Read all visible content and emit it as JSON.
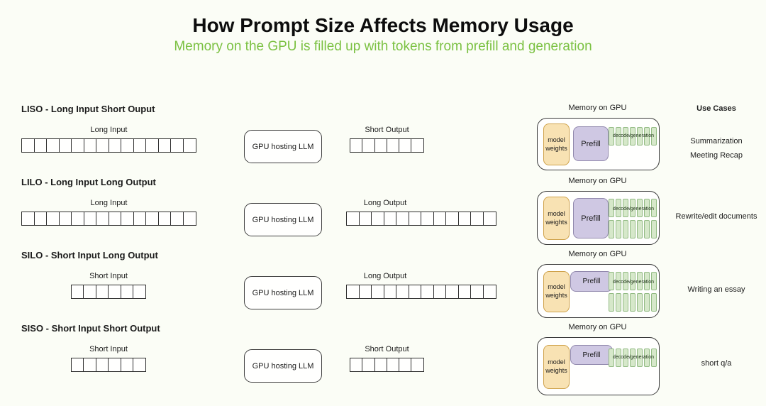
{
  "title": "How Prompt Size Affects Memory Usage",
  "subtitle": "Memory on the GPU is filled up with tokens from prefill and generation",
  "use_cases_header": "Use Cases",
  "colors": {
    "background": "#fbfdf6",
    "subtitle_green": "#7bc142",
    "model_weights_fill": "#f8e2b3",
    "model_weights_border": "#cfa24a",
    "prefill_fill": "#cfc8e3",
    "prefill_border": "#9289ad",
    "decode_bar_fill": "#d6e8ca",
    "decode_bar_border": "#93bb84"
  },
  "shared": {
    "gpu_box_label": "GPU hosting LLM",
    "memory_label": "Memory on GPU",
    "model_weights_label": "model weights",
    "prefill_label": "Prefill",
    "decode_label": "decode/generation"
  },
  "rows": [
    {
      "heading": "LISO - Long Input Short Ouput",
      "input_label": "Long Input",
      "input_token_count": 14,
      "output_label": "Short Output",
      "output_token_count": 6,
      "decode_bar_rows": [
        7
      ],
      "use_case": "Summarization\nMeeting Recap"
    },
    {
      "heading": "LILO - Long Input Long Output",
      "input_label": "Long Input",
      "input_token_count": 14,
      "output_label": "Long Output",
      "output_token_count": 12,
      "decode_bar_rows": [
        7,
        7
      ],
      "use_case": "Rewrite/edit documents"
    },
    {
      "heading": "SILO - Short Input Long Output",
      "input_label": "Short Input",
      "input_token_count": 6,
      "output_label": "Long Output",
      "output_token_count": 12,
      "decode_bar_rows": [
        7,
        7
      ],
      "use_case": "Writing an essay"
    },
    {
      "heading": "SISO - Short Input Short Output",
      "input_label": "Short Input",
      "input_token_count": 6,
      "output_label": "Short Output",
      "output_token_count": 6,
      "decode_bar_rows": [
        7
      ],
      "use_case": "short q/a"
    }
  ]
}
